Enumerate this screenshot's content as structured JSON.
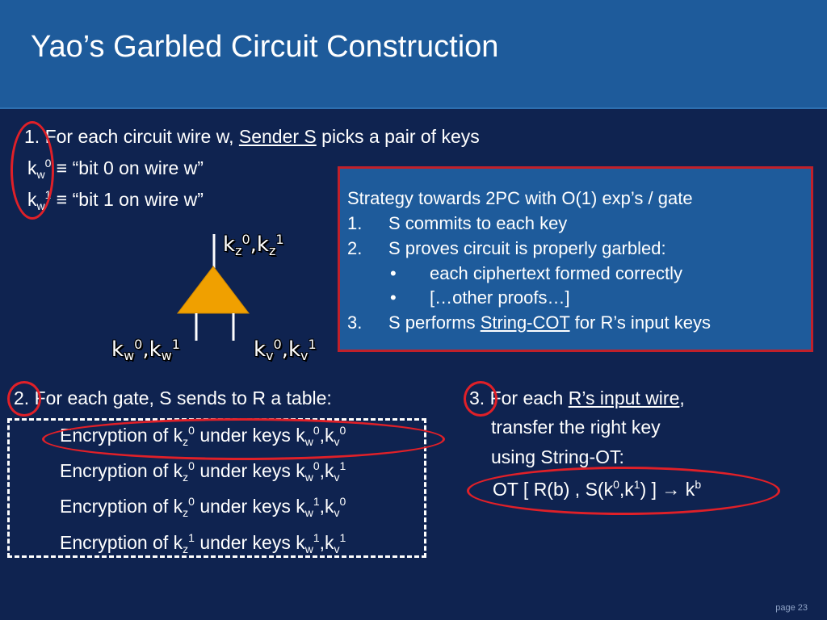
{
  "slide": {
    "title": "Yao’s Garbled Circuit Construction",
    "page_label": "page 23"
  },
  "step1": {
    "prefix": "1. For each circuit wire w, ",
    "sender": "Sender S",
    "suffix": " picks a pair of keys",
    "key0": {
      "k": "k",
      "sub": "w",
      "sup": "0",
      "rest": " ≡ “bit 0 on wire w”"
    },
    "key1": {
      "k": "k",
      "sub": "w",
      "sup": "1",
      "rest": " ≡ “bit 1 on wire w”"
    }
  },
  "diagram": {
    "gate_color": "#f0a000",
    "output_keys": {
      "a": "k",
      "a_sub": "z",
      "a_sup": "0",
      "sep": ",",
      "b": "k",
      "b_sub": "z",
      "b_sup": "1"
    },
    "left_keys": {
      "a": "k",
      "a_sub": "w",
      "a_sup": "0",
      "sep": ",",
      "b": "k",
      "b_sub": "w",
      "b_sup": "1"
    },
    "right_keys": {
      "a": "k",
      "a_sub": "v",
      "a_sup": "0",
      "sep": ",",
      "b": "k",
      "b_sub": "v",
      "b_sup": "1"
    }
  },
  "strategy": {
    "heading": "Strategy towards 2PC with O(1) exp’s / gate",
    "item1_num": "1.",
    "item1": "S commits to each key",
    "item2_num": "2.",
    "item2": "S proves circuit is properly garbled:",
    "bullet1": "each ciphertext formed correctly",
    "bullet2": "[…other proofs…]",
    "item3_num": "3.",
    "item3_prefix": "S performs ",
    "item3_link": "String-COT",
    "item3_suffix": " for R’s input keys",
    "bullet_char": "•"
  },
  "step2": {
    "heading": "2. For each gate, S sends to R a table:",
    "rows": [
      {
        "pre": "Encryption of k",
        "zsub": "z",
        "zsup": "0",
        "mid": " under keys k",
        "wsub": "w",
        "wsup": "0",
        "sep": ",k",
        "vsub": "v",
        "vsup": "0"
      },
      {
        "pre": "Encryption of k",
        "zsub": "z",
        "zsup": "0",
        "mid": " under keys k",
        "wsub": "w",
        "wsup": "0",
        "sep": ",k",
        "vsub": "v",
        "vsup": "1"
      },
      {
        "pre": "Encryption of k",
        "zsub": "z",
        "zsup": "0",
        "mid": " under keys k",
        "wsub": "w",
        "wsup": "1",
        "sep": ",k",
        "vsub": "v",
        "vsup": "0"
      },
      {
        "pre": "Encryption of k",
        "zsub": "z",
        "zsup": "1",
        "mid": " under keys k",
        "wsub": "w",
        "wsup": "1",
        "sep": ",k",
        "vsub": "v",
        "vsup": "1"
      }
    ]
  },
  "step3": {
    "line1_prefix": "3. For each ",
    "line1_link": "R’s input wire",
    "line1_suffix": ",",
    "line2": "transfer the right key",
    "line3": "using String-OT:",
    "ot_prefix": "OT [ R(b) , S(k",
    "ot_sup0": "0",
    "ot_mid": ",k",
    "ot_sup1": "1",
    "ot_suffix": ") ] → k",
    "ot_supb": "b"
  },
  "colors": {
    "background": "#0f2350",
    "header": "#1e5b9b",
    "highlight_red": "#e02028"
  }
}
